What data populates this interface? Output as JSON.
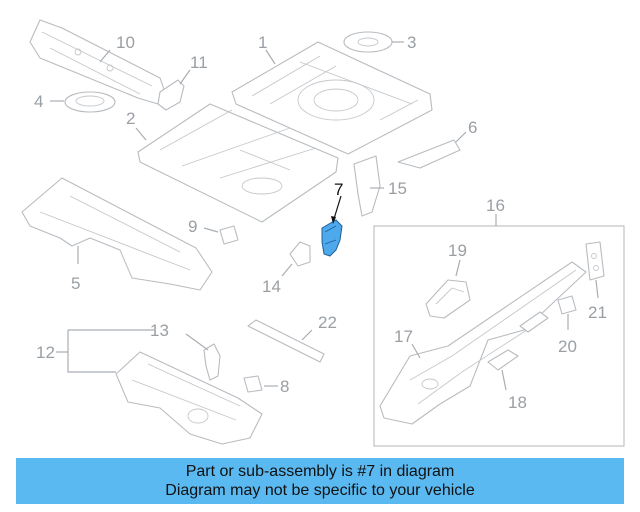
{
  "callouts": {
    "c1": "1",
    "c2": "2",
    "c3": "3",
    "c4": "4",
    "c5": "5",
    "c6": "6",
    "c7": "7",
    "c8": "8",
    "c9": "9",
    "c10": "10",
    "c11": "11",
    "c12": "12",
    "c13": "13",
    "c14": "14",
    "c15": "15",
    "c16": "16",
    "c17": "17",
    "c18": "18",
    "c19": "19",
    "c20": "20",
    "c21": "21",
    "c22": "22"
  },
  "highlight_color": "#4da9ec",
  "banner": {
    "line1": "Part or sub-assembly is #7 in diagram",
    "line2": "Diagram may not be specific to your vehicle",
    "color": "#5ab9f0"
  }
}
